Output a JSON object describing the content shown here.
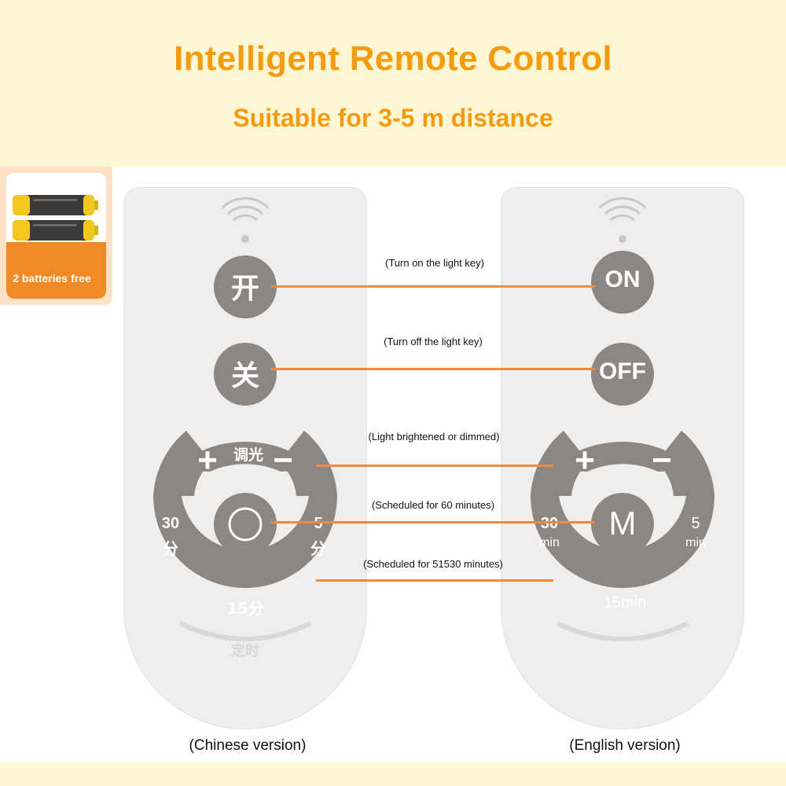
{
  "header": {
    "title": "Intelligent Remote Control",
    "subtitle": "Suitable for 3-5 m distance"
  },
  "battery": {
    "label": "2 batteries free"
  },
  "annotations": [
    "(Turn on the light key)",
    "(Turn off the light key)",
    "(Light brightened or dimmed)",
    "(Scheduled for 60 minutes)",
    "(Scheduled for 51530 minutes)"
  ],
  "chinese_remote": {
    "on": "开",
    "off": "关",
    "plus": "+",
    "dim": "调光",
    "minus": "−",
    "t30": "30",
    "t30_unit": "分",
    "t5": "5",
    "t5_unit": "分",
    "t15": "15分",
    "timer": "定时",
    "caption": "(Chinese version)"
  },
  "english_remote": {
    "on": "ON",
    "off": "OFF",
    "plus": "+",
    "minus": "−",
    "mode": "M",
    "t30": "30",
    "t30_unit": "min",
    "t5": "5",
    "t5_unit": "min",
    "t15": "15min",
    "caption": "(English version)"
  },
  "colors": {
    "accent": "#f39c12",
    "line": "#f08a3c",
    "button": "#8c8784",
    "body": "#efeeed"
  }
}
